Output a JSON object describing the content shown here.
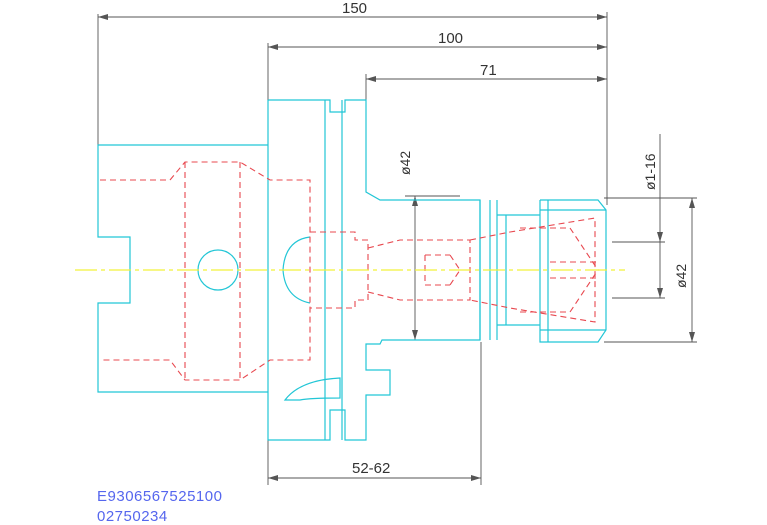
{
  "dimensions": {
    "overall_length": "150",
    "gauge_length": "100",
    "collet_length": "71",
    "body_diameter": "ø42",
    "clamping_range": "ø1-16",
    "nut_diameter": "ø42",
    "adjust_range": "52-62"
  },
  "part_codes": {
    "order_number": "E9306567525100",
    "article_number": "02750234"
  },
  "colors": {
    "outline": "#22c6d6",
    "hidden": "#e8484f",
    "dimension": "#555555",
    "centerline": "#f2f23a",
    "code_text": "#5566ee"
  }
}
